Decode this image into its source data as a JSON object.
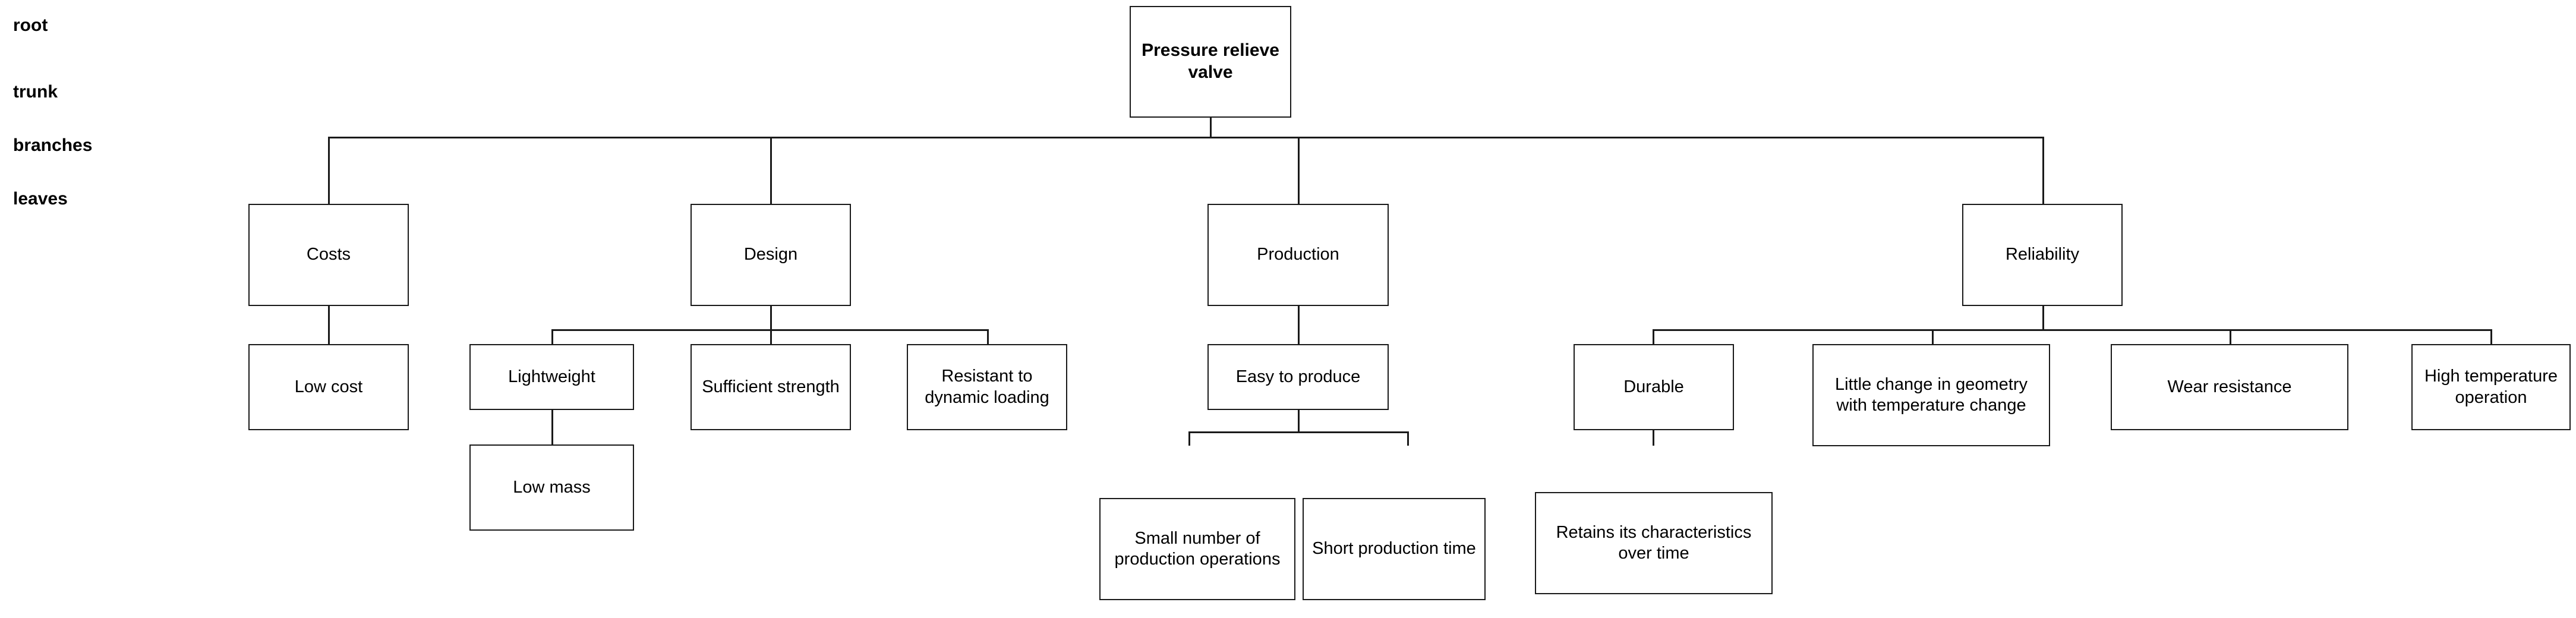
{
  "diagram": {
    "title": "Pressure relieve valve objectives tree",
    "type": "objectives-tree",
    "line_color": "#1a1a1a",
    "box_fill": "#ffffff",
    "text_color": "#000000"
  },
  "row_labels": [
    {
      "key": "root",
      "label": "root"
    },
    {
      "key": "trunk",
      "label": "trunk"
    },
    {
      "key": "branches",
      "label": "branches"
    },
    {
      "key": "leaves",
      "label": "leaves"
    }
  ],
  "nodes": {
    "root": {
      "label": "Pressure relieve valve",
      "level": "root",
      "bold": true
    },
    "trunk": [
      {
        "id": "costs",
        "label": "Costs"
      },
      {
        "id": "design",
        "label": "Design"
      },
      {
        "id": "production",
        "label": "Production"
      },
      {
        "id": "reliability",
        "label": "Reliability"
      }
    ],
    "branches": [
      {
        "id": "low-cost",
        "label": "Low cost",
        "parent": "costs"
      },
      {
        "id": "lightweight",
        "label": "Lightweight",
        "parent": "design"
      },
      {
        "id": "sufficient-strength",
        "label": "Sufficient strength",
        "parent": "design"
      },
      {
        "id": "resistant-dynamic",
        "label": "Resistant to dynamic loading",
        "parent": "design"
      },
      {
        "id": "easy-to-produce",
        "label": "Easy to produce",
        "parent": "production"
      },
      {
        "id": "durable",
        "label": "Durable",
        "parent": "reliability"
      },
      {
        "id": "little-change",
        "label": "Little change in geometry with temperature change",
        "parent": "reliability"
      },
      {
        "id": "wear-resistance",
        "label": "Wear resistance",
        "parent": "reliability"
      },
      {
        "id": "high-temperature",
        "label": "High temperature operation",
        "parent": "reliability"
      }
    ],
    "leaves": [
      {
        "id": "low-mass",
        "label": "Low mass",
        "parent": "lightweight"
      },
      {
        "id": "small-number-ops",
        "label": "Small number of production operations",
        "parent": "easy-to-produce"
      },
      {
        "id": "short-production",
        "label": "Short production time",
        "parent": "easy-to-produce"
      },
      {
        "id": "retains-char",
        "label": "Retains its characteristics over time",
        "parent": "durable"
      }
    ]
  }
}
